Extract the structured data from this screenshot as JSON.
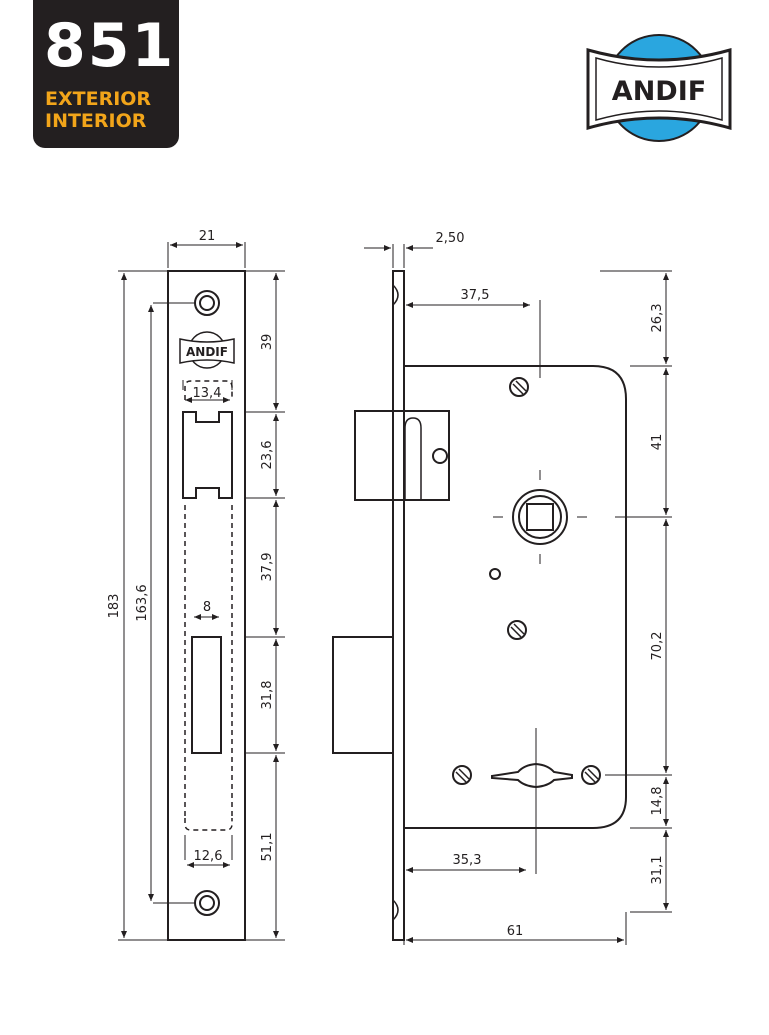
{
  "badge": {
    "model": "851",
    "line1": "EXTERIOR",
    "line2": "INTERIOR"
  },
  "brand": {
    "logo_text": "ANDIF",
    "small_logo_text": "ANDIF",
    "blue": "#2aa6df",
    "badge_orange": "#f2a51a"
  },
  "dimensions": {
    "faceplate_width": "21",
    "backset_gap": "2,50",
    "spindle_backset": "37,5",
    "top_offset": "26,3",
    "latch_to_spindle": "41",
    "spindle_to_key": "70,2",
    "key_to_bottom": "14,8",
    "bottom_offset": "31,1",
    "case_depth": "61",
    "key_backset": "35,3",
    "overall_height": "183",
    "screw_spacing": "163,6",
    "latch_cut_width": "13,4",
    "bolt_cut_width": "8",
    "bottom_cut_width": "12,6",
    "plate_top_to_latch": "39",
    "latch_height": "23,6",
    "latch_to_bolt": "37,9",
    "bolt_height": "31,8",
    "bolt_to_bottom": "51,1"
  }
}
